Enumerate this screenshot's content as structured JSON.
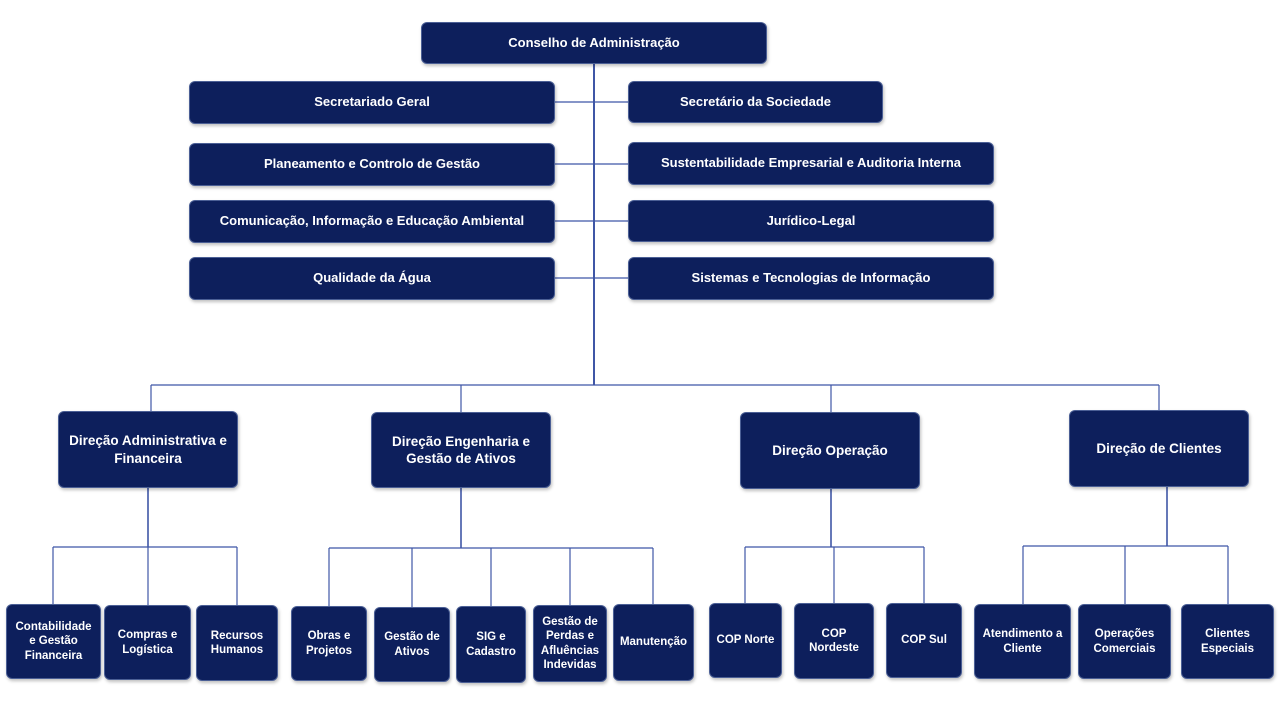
{
  "board": "Conselho de Administração",
  "staff_left": [
    "Secretariado Geral",
    "Planeamento e Controlo de Gestão",
    "Comunicação, Informação e Educação Ambiental",
    "Qualidade da Água"
  ],
  "staff_right": [
    "Secretário da Sociedade",
    "Sustentabilidade Empresarial e Auditoria Interna",
    "Jurídico-Legal",
    "Sistemas e Tecnologias de Informação"
  ],
  "directorates": [
    {
      "name": "Direção Administrativa e Financeira",
      "units": [
        "Contabilidade e Gestão Financeira",
        "Compras e Logística",
        "Recursos Humanos"
      ]
    },
    {
      "name": "Direção Engenharia e Gestão de Ativos",
      "units": [
        "Obras e Projetos",
        "Gestão de Ativos",
        "SIG e Cadastro",
        "Gestão de Perdas e Afluências Indevidas",
        "Manutenção"
      ]
    },
    {
      "name": "Direção Operação",
      "units": [
        "COP Norte",
        "COP Nordeste",
        "COP Sul"
      ]
    },
    {
      "name": "Direção de Clientes",
      "units": [
        "Atendimento a Cliente",
        "Operações Comerciais",
        "Clientes Especiais"
      ]
    }
  ],
  "colors": {
    "box_fill": "#0d1f5c",
    "connector": "#3f56a6"
  }
}
